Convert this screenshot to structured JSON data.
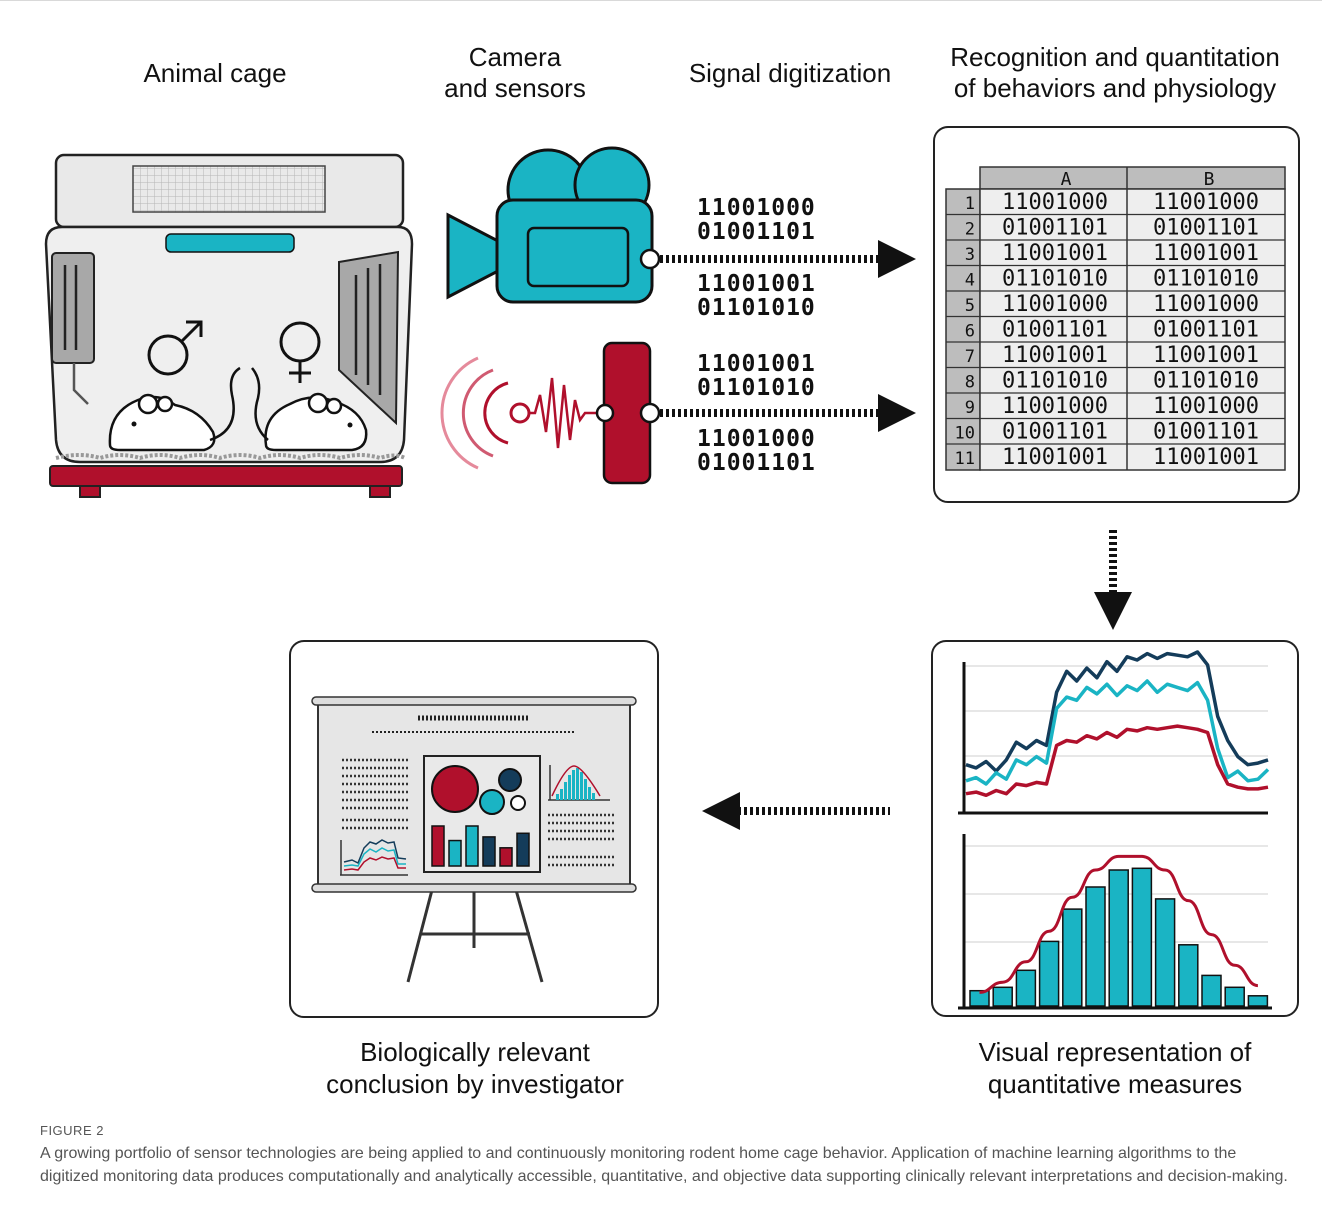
{
  "headings": {
    "animal_cage": "Animal cage",
    "camera_line1": "Camera",
    "camera_line2": "and sensors",
    "signal": "Signal digitization",
    "recognition_line1": "Recognition and quantitation",
    "recognition_line2": "of behaviors and physiology"
  },
  "binary": {
    "camera_top": [
      "11001000",
      "01001101"
    ],
    "camera_bottom": [
      "11001001",
      "01101010"
    ],
    "sensor_top": [
      "11001001",
      "01101010"
    ],
    "sensor_bottom": [
      "11001000",
      "01001101"
    ]
  },
  "sheet": {
    "columns": [
      "A",
      "B"
    ],
    "rows": [
      {
        "n": "1",
        "a": "11001000",
        "b": "11001000"
      },
      {
        "n": "2",
        "a": "01001101",
        "b": "01001101"
      },
      {
        "n": "3",
        "a": "11001001",
        "b": "11001001"
      },
      {
        "n": "4",
        "a": "01101010",
        "b": "01101010"
      },
      {
        "n": "5",
        "a": "11001000",
        "b": "11001000"
      },
      {
        "n": "6",
        "a": "01001101",
        "b": "01001101"
      },
      {
        "n": "7",
        "a": "11001001",
        "b": "11001001"
      },
      {
        "n": "8",
        "a": "01101010",
        "b": "01101010"
      },
      {
        "n": "9",
        "a": "11001000",
        "b": "11001000"
      },
      {
        "n": "10",
        "a": "01001101",
        "b": "01001101"
      },
      {
        "n": "11",
        "a": "11001001",
        "b": "11001001"
      }
    ]
  },
  "labels": {
    "conclusion_line1": "Biologically relevant",
    "conclusion_line2": "conclusion by investigator",
    "visual_line1": "Visual representation of",
    "visual_line2": "quantitative measures"
  },
  "figure": {
    "label": "FIGURE 2",
    "caption": "A growing portfolio of sensor technologies are being applied to and continuously monitoring rodent home cage behavior. Application of machine learning algorithms to the digitized monitoring data produces computationally and analytically accessible, quantitative, and objective data supporting clinically relevant interpretations and decision-making."
  },
  "icons": {
    "cage": "animal-cage-icon",
    "male": "male-symbol-icon",
    "female": "female-symbol-icon",
    "camera": "video-camera-icon",
    "sensor": "signal-sensor-icon",
    "spreadsheet": "spreadsheet-icon",
    "presentation": "presentation-board-icon"
  },
  "colors": {
    "teal": "#1ab4c4",
    "crimson": "#b0102c",
    "navy": "#143c5a",
    "panel_grey": "#e6e6e6"
  },
  "chart_data": [
    {
      "type": "line",
      "series": [
        {
          "color": "#143c5a",
          "values": [
            30,
            28,
            32,
            26,
            33,
            44,
            40,
            45,
            42,
            75,
            88,
            82,
            90,
            84,
            94,
            88,
            97,
            95,
            99,
            96,
            99,
            98,
            97,
            100,
            92,
            60,
            45,
            35,
            30,
            31,
            33
          ]
        },
        {
          "color": "#1ab4c4",
          "values": [
            20,
            22,
            18,
            25,
            21,
            33,
            30,
            35,
            31,
            65,
            72,
            70,
            78,
            74,
            80,
            73,
            79,
            76,
            82,
            75,
            80,
            78,
            76,
            81,
            70,
            40,
            22,
            26,
            20,
            21,
            27
          ]
        },
        {
          "color": "#b0102c",
          "values": [
            12,
            13,
            11,
            14,
            12,
            18,
            17,
            19,
            18,
            42,
            45,
            44,
            48,
            46,
            50,
            47,
            52,
            51,
            53,
            52,
            53,
            54,
            53,
            52,
            50,
            30,
            18,
            16,
            15,
            15,
            16
          ]
        }
      ]
    },
    {
      "type": "bar",
      "values": [
        9,
        11,
        21,
        38,
        57,
        70,
        80,
        81,
        63,
        36,
        18,
        11,
        6
      ],
      "curve": [
        8,
        14,
        26,
        44,
        64,
        80,
        88,
        88,
        80,
        62,
        42,
        24,
        12
      ]
    },
    {
      "type": "bar",
      "values": [
        55,
        35,
        55,
        40,
        25,
        45
      ]
    }
  ]
}
